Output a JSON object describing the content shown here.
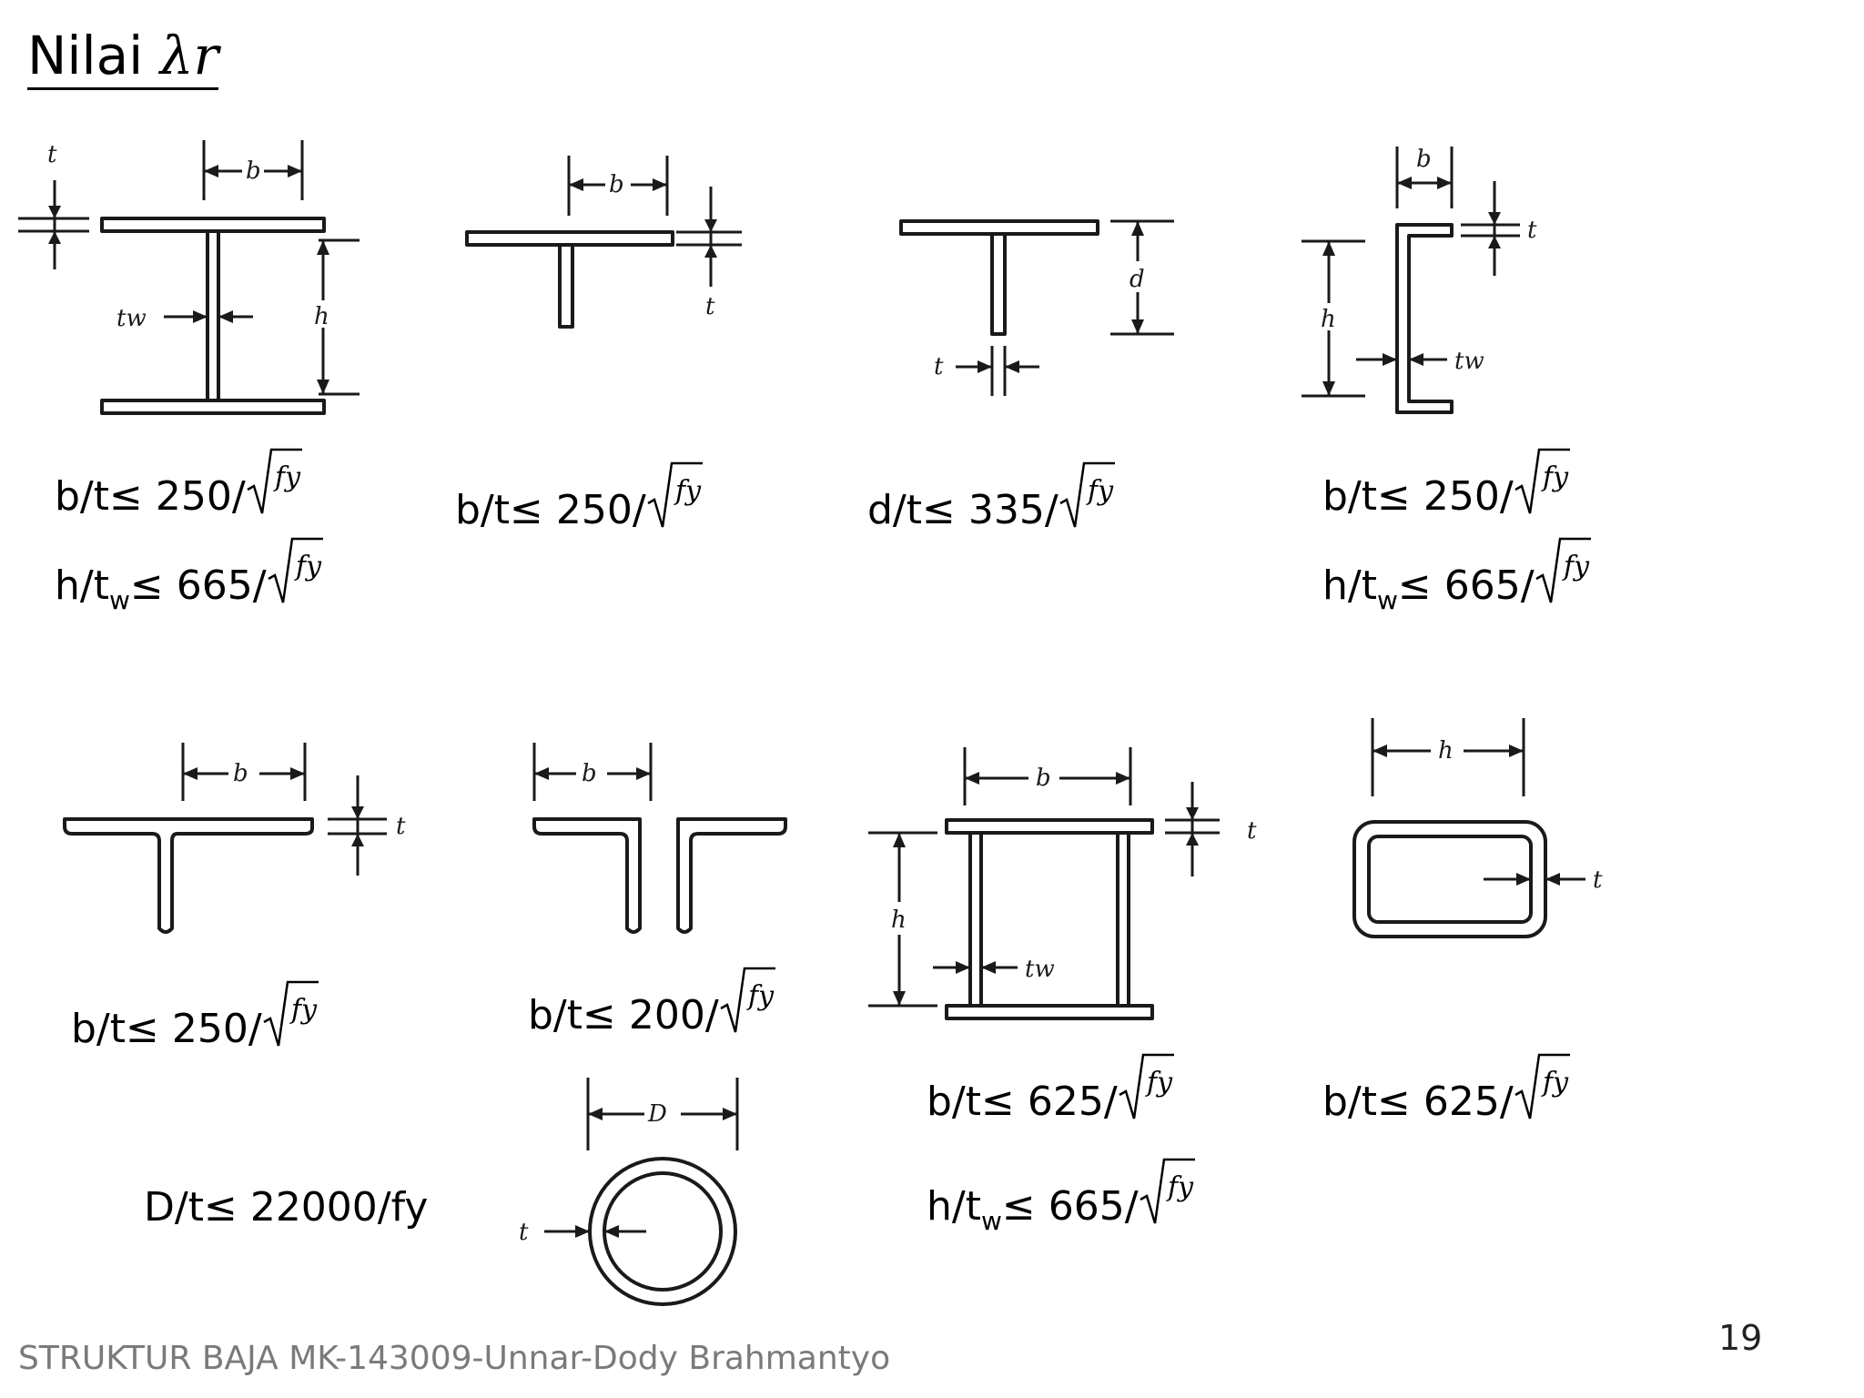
{
  "title": {
    "prefix": "Nilai ",
    "symbol": "λr"
  },
  "sqrt_symbol": "fy",
  "footer": {
    "text": "STRUKTUR BAJA MK-143009-Unnar-Dody Brahmantyo",
    "page_number": "19"
  },
  "diagrams": {
    "i_beam": {
      "labels": {
        "t": "t",
        "b": "b",
        "h": "h",
        "tw": "tw"
      }
    },
    "tee_flange": {
      "labels": {
        "b": "b",
        "t": "t"
      }
    },
    "tee_stem": {
      "labels": {
        "d": "d",
        "t": "t"
      }
    },
    "channel": {
      "labels": {
        "b": "b",
        "t": "t",
        "h": "h",
        "tw": "tw"
      }
    },
    "tee_rounded": {
      "labels": {
        "b": "b",
        "t": "t"
      }
    },
    "double_angle": {
      "labels": {
        "b": "b"
      }
    },
    "box_plate": {
      "labels": {
        "b": "b",
        "t": "t",
        "h": "h",
        "tw": "tw"
      }
    },
    "rect_tube": {
      "labels": {
        "h": "h",
        "t": "t"
      }
    },
    "circular_tube": {
      "labels": {
        "D": "D",
        "t": "t"
      }
    }
  },
  "formulas": [
    {
      "id": "f1",
      "var": "b/t",
      "sub": "",
      "rel": " ≤ 250/",
      "sqrt": true
    },
    {
      "id": "f2",
      "var": "h/t",
      "sub": "w",
      "rel": " ≤ 665/",
      "sqrt": true
    },
    {
      "id": "f3",
      "var": "b/t",
      "sub": "",
      "rel": " ≤ 250/",
      "sqrt": true
    },
    {
      "id": "f4",
      "var": "d/t",
      "sub": "",
      "rel": " ≤ 335/",
      "sqrt": true
    },
    {
      "id": "f5",
      "var": "b/t",
      "sub": "",
      "rel": " ≤ 250/",
      "sqrt": true
    },
    {
      "id": "f6",
      "var": "h/t",
      "sub": "w",
      "rel": " ≤ 665/",
      "sqrt": true
    },
    {
      "id": "f7",
      "var": "b/t",
      "sub": "",
      "rel": " ≤ 250/",
      "sqrt": true
    },
    {
      "id": "f8",
      "var": "b/t",
      "sub": "",
      "rel": " ≤ 200/",
      "sqrt": true
    },
    {
      "id": "f9",
      "var": "b/t",
      "sub": "",
      "rel": " ≤ 625/",
      "sqrt": true
    },
    {
      "id": "f10",
      "var": "h/t",
      "sub": "w",
      "rel": " ≤ 665/",
      "sqrt": true
    },
    {
      "id": "f11",
      "var": "b/t",
      "sub": "",
      "rel": " ≤ 625/",
      "sqrt": true
    },
    {
      "id": "f12",
      "var": "D/t",
      "sub": "",
      "rel": " ≤ 22000/fy",
      "sqrt": false
    }
  ]
}
